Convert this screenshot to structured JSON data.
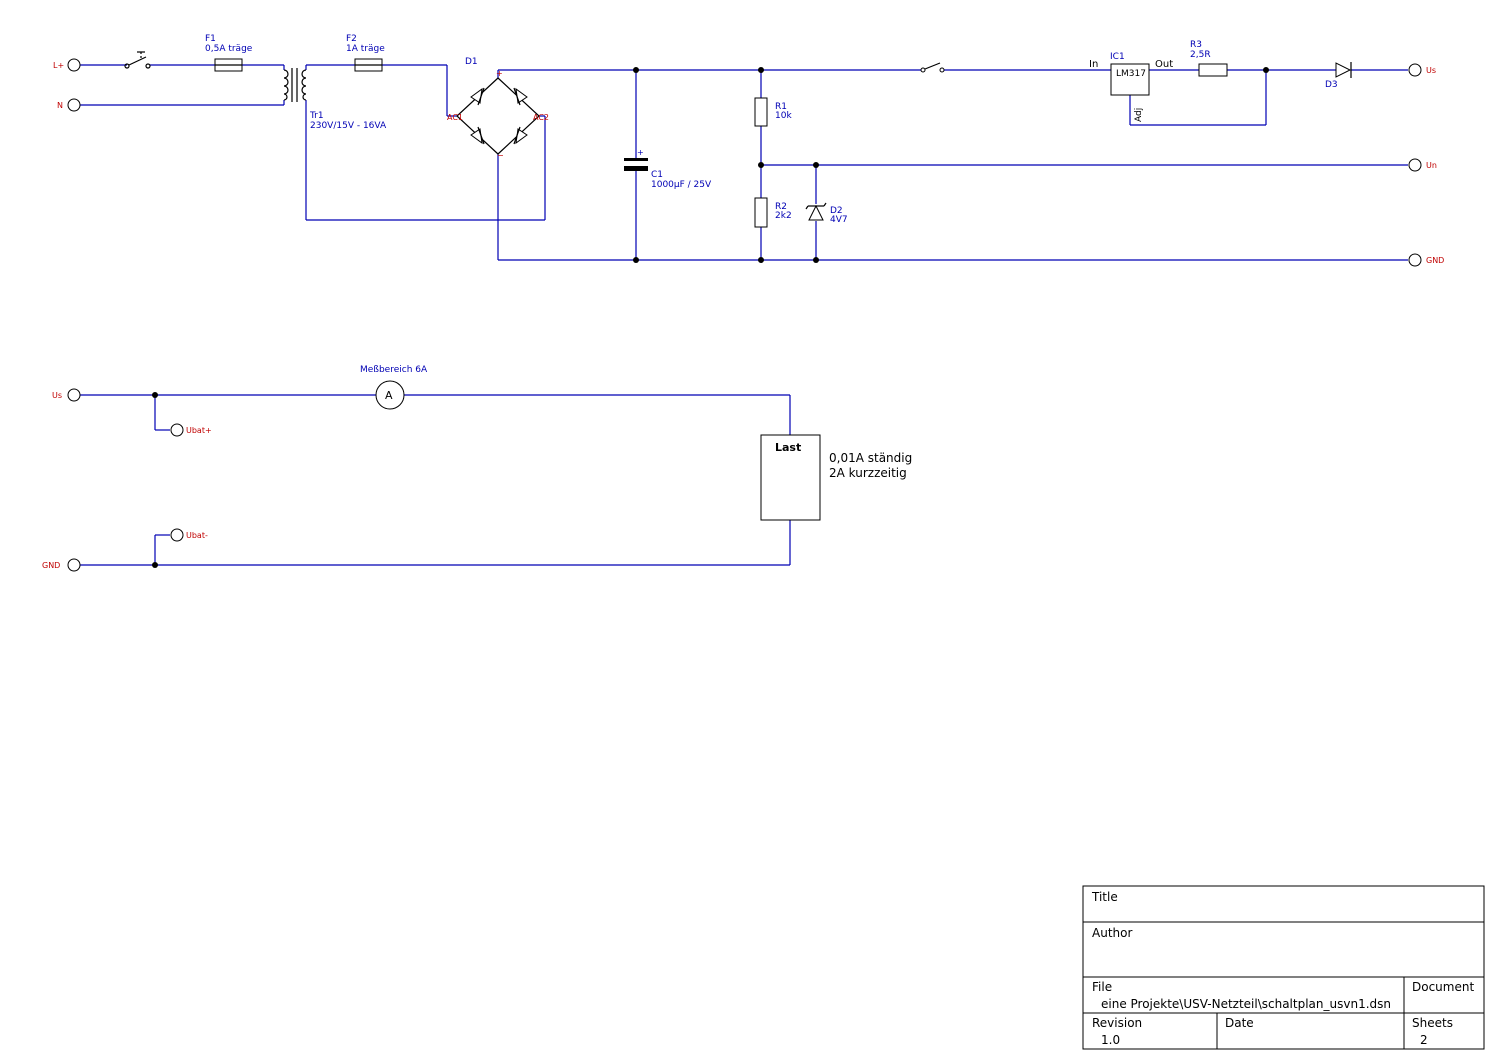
{
  "ports": {
    "l_plus": "L+",
    "n": "N",
    "us_out": "Us",
    "un_out": "Un",
    "gnd_out": "GND",
    "us_in": "Us",
    "gnd_in": "GND",
    "ubat_plus": "Ubat+",
    "ubat_minus": "Ubat-"
  },
  "components": {
    "f1": {
      "ref": "F1",
      "value": "0,5A träge"
    },
    "f2": {
      "ref": "F2",
      "value": "1A träge"
    },
    "tr1": {
      "ref": "Tr1",
      "value": "230V/15V - 16VA"
    },
    "d1": {
      "ref": "D1",
      "pin_plus": "+",
      "pin_minus": "−",
      "pin_ac1": "AC1",
      "pin_ac2": "AC2"
    },
    "c1": {
      "ref": "C1",
      "value": "1000µF / 25V",
      "polarity": "+"
    },
    "r1": {
      "ref": "R1",
      "value": "10k"
    },
    "r2": {
      "ref": "R2",
      "value": "2k2"
    },
    "d2": {
      "ref": "D2",
      "value": "4V7"
    },
    "ic1": {
      "ref": "IC1",
      "value": "LM317",
      "pin_in": "In",
      "pin_out": "Out",
      "pin_adj": "Adj"
    },
    "r3": {
      "ref": "R3",
      "value": "2,5R"
    },
    "d3": {
      "ref": "D3"
    },
    "ammeter": {
      "symbol": "A",
      "label": "Meßbereich 6A"
    },
    "load": {
      "label": "Last",
      "note_line1": "0,01A ständig",
      "note_line2": "2A kurzzeitig"
    }
  },
  "title_block": {
    "title_label": "Title",
    "author_label": "Author",
    "file_label": "File",
    "file_value": "eine Projekte\\USV-Netzteil\\schaltplan_usvn1.dsn",
    "document_label": "Document",
    "revision_label": "Revision",
    "revision_value": "1.0",
    "date_label": "Date",
    "sheets_label": "Sheets",
    "sheets_value": "2"
  },
  "colors": {
    "wire": "#0000b4",
    "port_label": "#c00000",
    "component": "#000000",
    "background": "#ffffff"
  }
}
